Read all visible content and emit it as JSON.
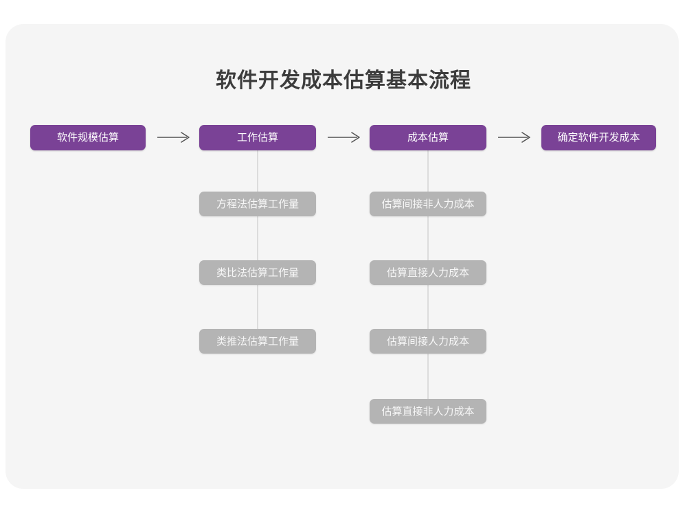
{
  "diagram": {
    "title": "软件开发成本估算基本流程",
    "type": "flowchart",
    "colors": {
      "canvas_background": "#ffffff",
      "card_background": "#f5f5f5",
      "main_node": "#7a4296",
      "sub_node": "#b4b4b4",
      "connector": "#dcdcdc",
      "arrow": "#555555",
      "title_text": "#3c3c3c",
      "node_text": "#ffffff"
    },
    "main_flow": [
      {
        "id": "step1",
        "label": "软件规模估算"
      },
      {
        "id": "step2",
        "label": "工作估算"
      },
      {
        "id": "step3",
        "label": "成本估算"
      },
      {
        "id": "step4",
        "label": "确定软件开发成本"
      }
    ],
    "arrows": [
      {
        "id": "arrow-1",
        "from": "step1",
        "to": "step2",
        "glyph": "right-arrow"
      },
      {
        "id": "arrow-2",
        "from": "step2",
        "to": "step3",
        "glyph": "right-arrow"
      },
      {
        "id": "arrow-3",
        "from": "step3",
        "to": "step4",
        "glyph": "right-arrow"
      }
    ],
    "branches": [
      {
        "parent": "step2",
        "parent_label": "工作估算",
        "items": [
          {
            "label": "方程法估算工作量"
          },
          {
            "label": "类比法估算工作量"
          },
          {
            "label": "类推法估算工作量"
          }
        ]
      },
      {
        "parent": "step3",
        "parent_label": "成本估算",
        "items": [
          {
            "label": "估算间接非人力成本"
          },
          {
            "label": "估算直接人力成本"
          },
          {
            "label": "估算间接人力成本"
          },
          {
            "label": "估算直接非人力成本"
          }
        ]
      }
    ]
  }
}
